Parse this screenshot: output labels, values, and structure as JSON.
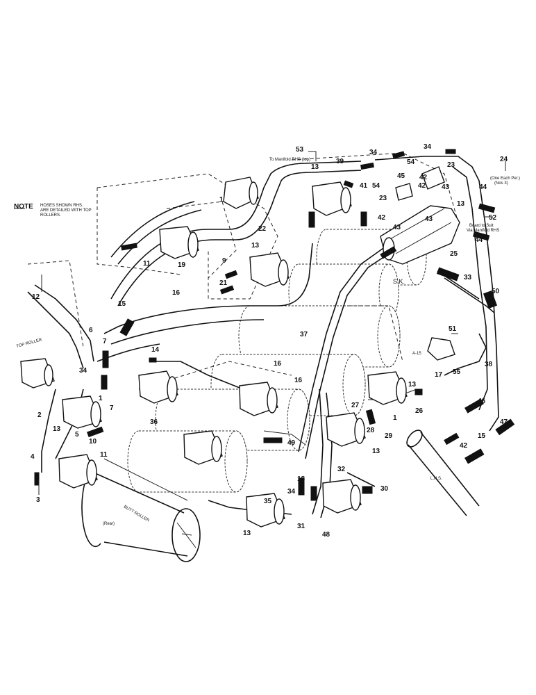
{
  "note": {
    "heading": "NOTE",
    "text_line1": "HOSES SHOWN RHS.",
    "text_line2": "ARE DETAILED WITH TOP",
    "text_line3": "ROLLERS."
  },
  "annotations": {
    "to_manifold_top": "To Manifold RHS (top)",
    "one_each_per": "(One Each Per.)",
    "one_each_per_note": "(Nos 3)",
    "board_to_suit": "Board to Suit",
    "via_manifold": "Via Manifold RHS",
    "sk": "S.K.",
    "lhs": "L.H.S.",
    "a15": "A-15",
    "butt_roller": "BUTT ROLLER",
    "rear": "(Rear)",
    "top_roller": "TOP ROLLER"
  },
  "callouts": [
    "53",
    "13",
    "39",
    "34",
    "34",
    "54",
    "45",
    "42",
    "23",
    "24",
    "41",
    "54",
    "42",
    "43",
    "44",
    "23",
    "13",
    "52",
    "42",
    "43",
    "44",
    "43",
    "25",
    "33",
    "50",
    "51",
    "17",
    "55",
    "38",
    "46",
    "47",
    "15",
    "42",
    "22",
    "13",
    "9",
    "21",
    "19",
    "16",
    "15",
    "11",
    "1",
    "12",
    "14",
    "7",
    "6",
    "34",
    "1",
    "7",
    "36",
    "37",
    "16",
    "16",
    "13",
    "26",
    "27",
    "1",
    "28",
    "29",
    "13",
    "49",
    "32",
    "18",
    "30",
    "34",
    "35",
    "31",
    "48",
    "13",
    "2",
    "13",
    "5",
    "10",
    "11",
    "4",
    "3"
  ]
}
